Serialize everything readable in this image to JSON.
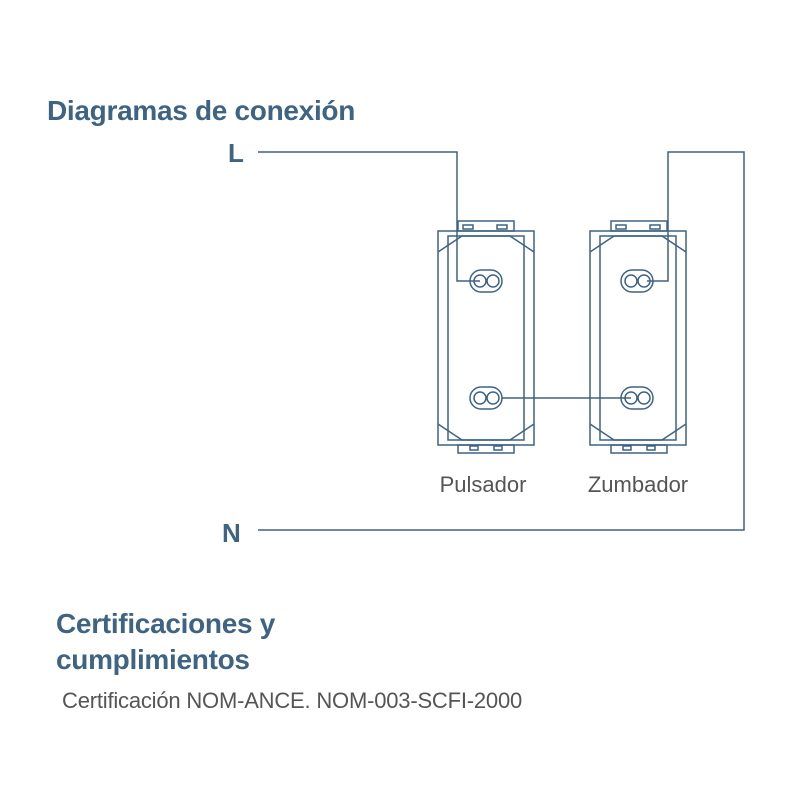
{
  "title": "Diagramas de conexión",
  "diagram": {
    "line_label": "L",
    "neutral_label": "N",
    "device_left_label": "Pulsador",
    "device_right_label": "Zumbador"
  },
  "certifications": {
    "title": "Certificaciones y cumplimientos",
    "text": "Certificación NOM-ANCE. NOM-003-SCFI-2000"
  },
  "colors": {
    "heading": "#3e6383",
    "wire": "#3e6383",
    "body_text": "#555555"
  }
}
